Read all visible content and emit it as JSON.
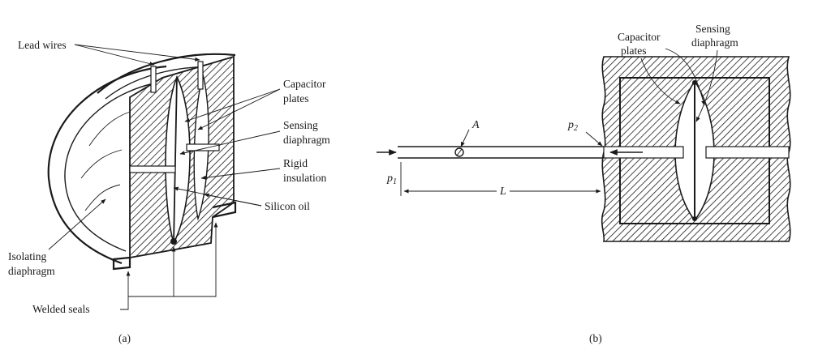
{
  "panel_a": {
    "caption": "(a)",
    "labels": {
      "lead_wires": "Lead wires",
      "capacitor_plates_1": "Capacitor",
      "capacitor_plates_2": "plates",
      "sensing_diaphragm_1": "Sensing",
      "sensing_diaphragm_2": "diaphragm",
      "rigid_insulation_1": "Rigid",
      "rigid_insulation_2": "insulation",
      "silicon_oil": "Silicon oil",
      "isolating_diaphragm_1": "Isolating",
      "isolating_diaphragm_2": "diaphragm",
      "welded_seals": "Welded seals"
    }
  },
  "panel_b": {
    "caption": "(b)",
    "labels": {
      "capacitor_plates_1": "Capacitor",
      "capacitor_plates_2": "plates",
      "sensing_diaphragm_1": "Sensing",
      "sensing_diaphragm_2": "diaphragm",
      "A": "A",
      "p2_base": "p",
      "p2_sub": "2",
      "p1_base": "p",
      "p1_sub": "1",
      "L": "L"
    }
  }
}
